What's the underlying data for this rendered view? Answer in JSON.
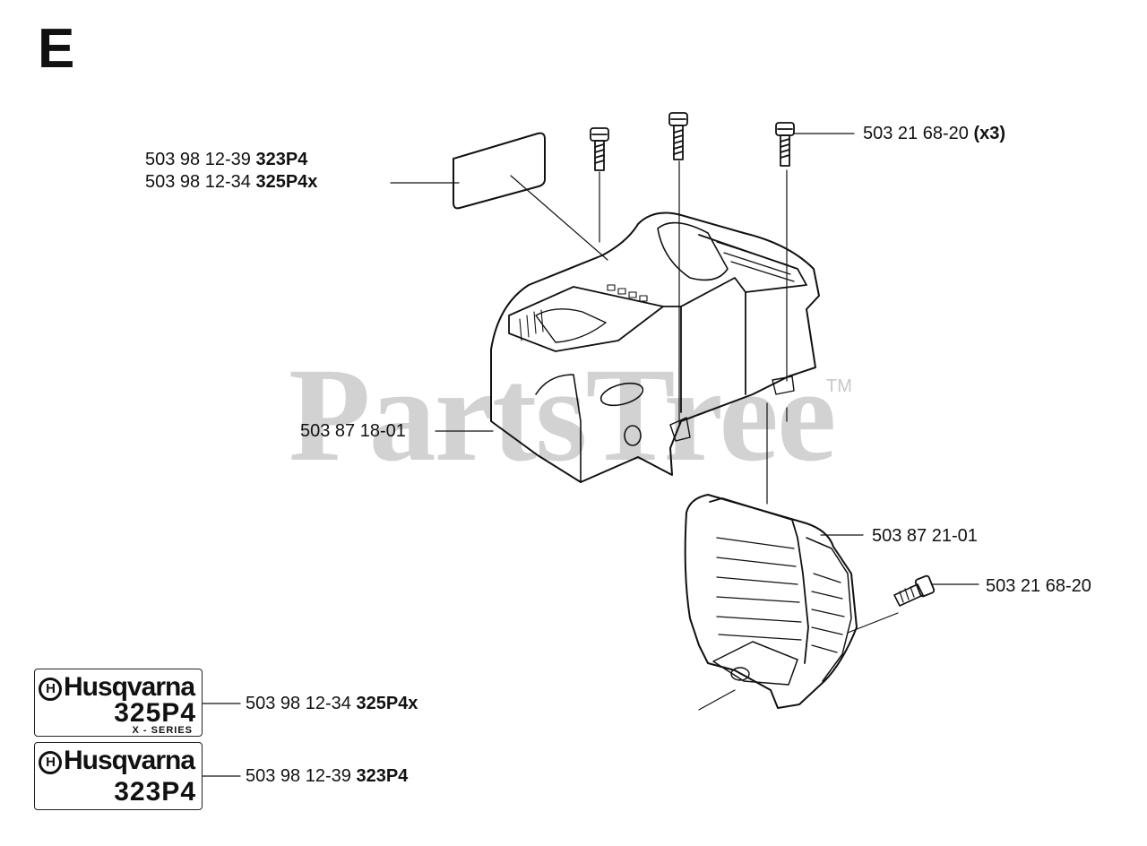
{
  "section_letter": "E",
  "watermark": {
    "text": "PartsTree",
    "tm": "TM"
  },
  "callouts": {
    "decal_323": {
      "part": "503 98 12-39",
      "model": "323P4"
    },
    "decal_325": {
      "part": "503 98 12-34",
      "model": "325P4x"
    },
    "screw_x3": {
      "part": "503 21 68-20",
      "qty": "(x3)"
    },
    "cylinder_cover": {
      "part": "503 87 18-01"
    },
    "cover_lower": {
      "part": "503 87 21-01"
    },
    "screw_single": {
      "part": "503 21 68-20"
    },
    "decal_ref_325": {
      "part": "503 98 12-34",
      "model": "325P4x"
    },
    "decal_ref_323": {
      "part": "503 98 12-39",
      "model": "323P4"
    }
  },
  "decals": {
    "decal_325": {
      "brand": "Husqvarna",
      "crown": "H",
      "model": "325P4",
      "series": "X - SERIES"
    },
    "decal_323": {
      "brand": "Husqvarna",
      "crown": "H",
      "model": "323P4"
    }
  }
}
